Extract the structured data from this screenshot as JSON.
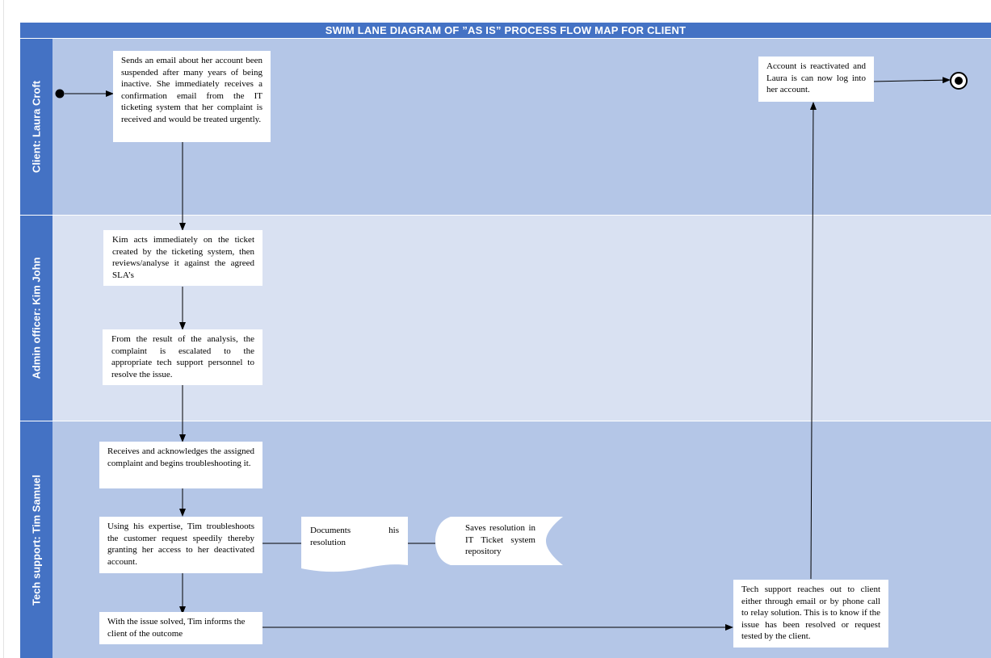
{
  "title": "SWIM LANE DIAGRAM OF ”AS IS” PROCESS FLOW MAP FOR CLIENT",
  "lanes": [
    {
      "label": "Client: Laura Croft"
    },
    {
      "label": "Admin officer: Kim John"
    },
    {
      "label": "Tech support: Tim Samuel"
    }
  ],
  "steps": {
    "client_email": "Sends an email about her account been suspended after many years of being inactive. She immediately receives a confirmation email from the IT ticketing system that her complaint is received and would be treated urgently.",
    "account_reactivated": "Account is reactivated and Laura is can now log into her account.",
    "kim_acts": "Kim acts immediately on the ticket created by the ticketing system, then reviews/analyse it against the agreed SLA’s",
    "escalate": "From the result of the analysis, the complaint is escalated to the appropriate tech support personnel to resolve the issue.",
    "receives": "Receives and acknowledges the assigned complaint and begins troubleshooting it.",
    "troubleshoot": "Using his expertise, Tim troubleshoots the customer request speedily thereby granting her access to her deactivated account.",
    "documents": "Documents his resolution",
    "saves": "Saves resolution in IT Ticket system repository",
    "informs": "With the issue solved, Tim informs the client of the outcome",
    "reaches_out": "Tech support reaches out to client either through email or by phone call to relay solution. This is to know if the issue has been resolved or request tested by the client."
  },
  "colors": {
    "header": "#4472c4",
    "lane_client": "#b4c6e7",
    "lane_admin": "#d9e1f2",
    "lane_tech": "#b4c6e7"
  }
}
